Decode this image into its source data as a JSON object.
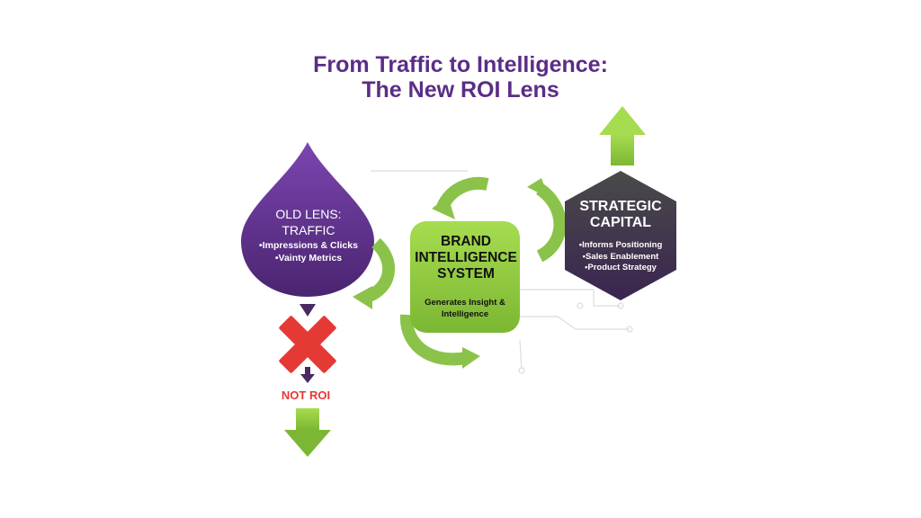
{
  "title": {
    "line1": "From Traffic to Intelligence:",
    "line2": "The New ROI Lens"
  },
  "old_lens": {
    "heading_line1": "OLD LENS:",
    "heading_line2": "TRAFFIC",
    "items": [
      "Impressions & Clicks",
      "Vainty Metrics"
    ],
    "color": "#5b2d86"
  },
  "brand_system": {
    "heading_line1": "BRAND",
    "heading_line2": "INTELLIGENCE",
    "heading_line3": "SYSTEM",
    "subtext_line1": "Generates Insight &",
    "subtext_line2": "Intelligence",
    "color": "#8bc34a"
  },
  "strategic_capital": {
    "heading_line1": "STRATEGIC",
    "heading_line2": "CAPITAL",
    "items": [
      "Informs Positioning",
      "Sales Enablement",
      "Product Strategy"
    ],
    "color": "#3b2a48"
  },
  "not_roi": {
    "label": "NOT ROI",
    "color": "#e53935"
  },
  "icons": {
    "cross": "cross-icon",
    "up_arrow": "up-arrow-icon",
    "down_arrow": "down-arrow-icon"
  }
}
